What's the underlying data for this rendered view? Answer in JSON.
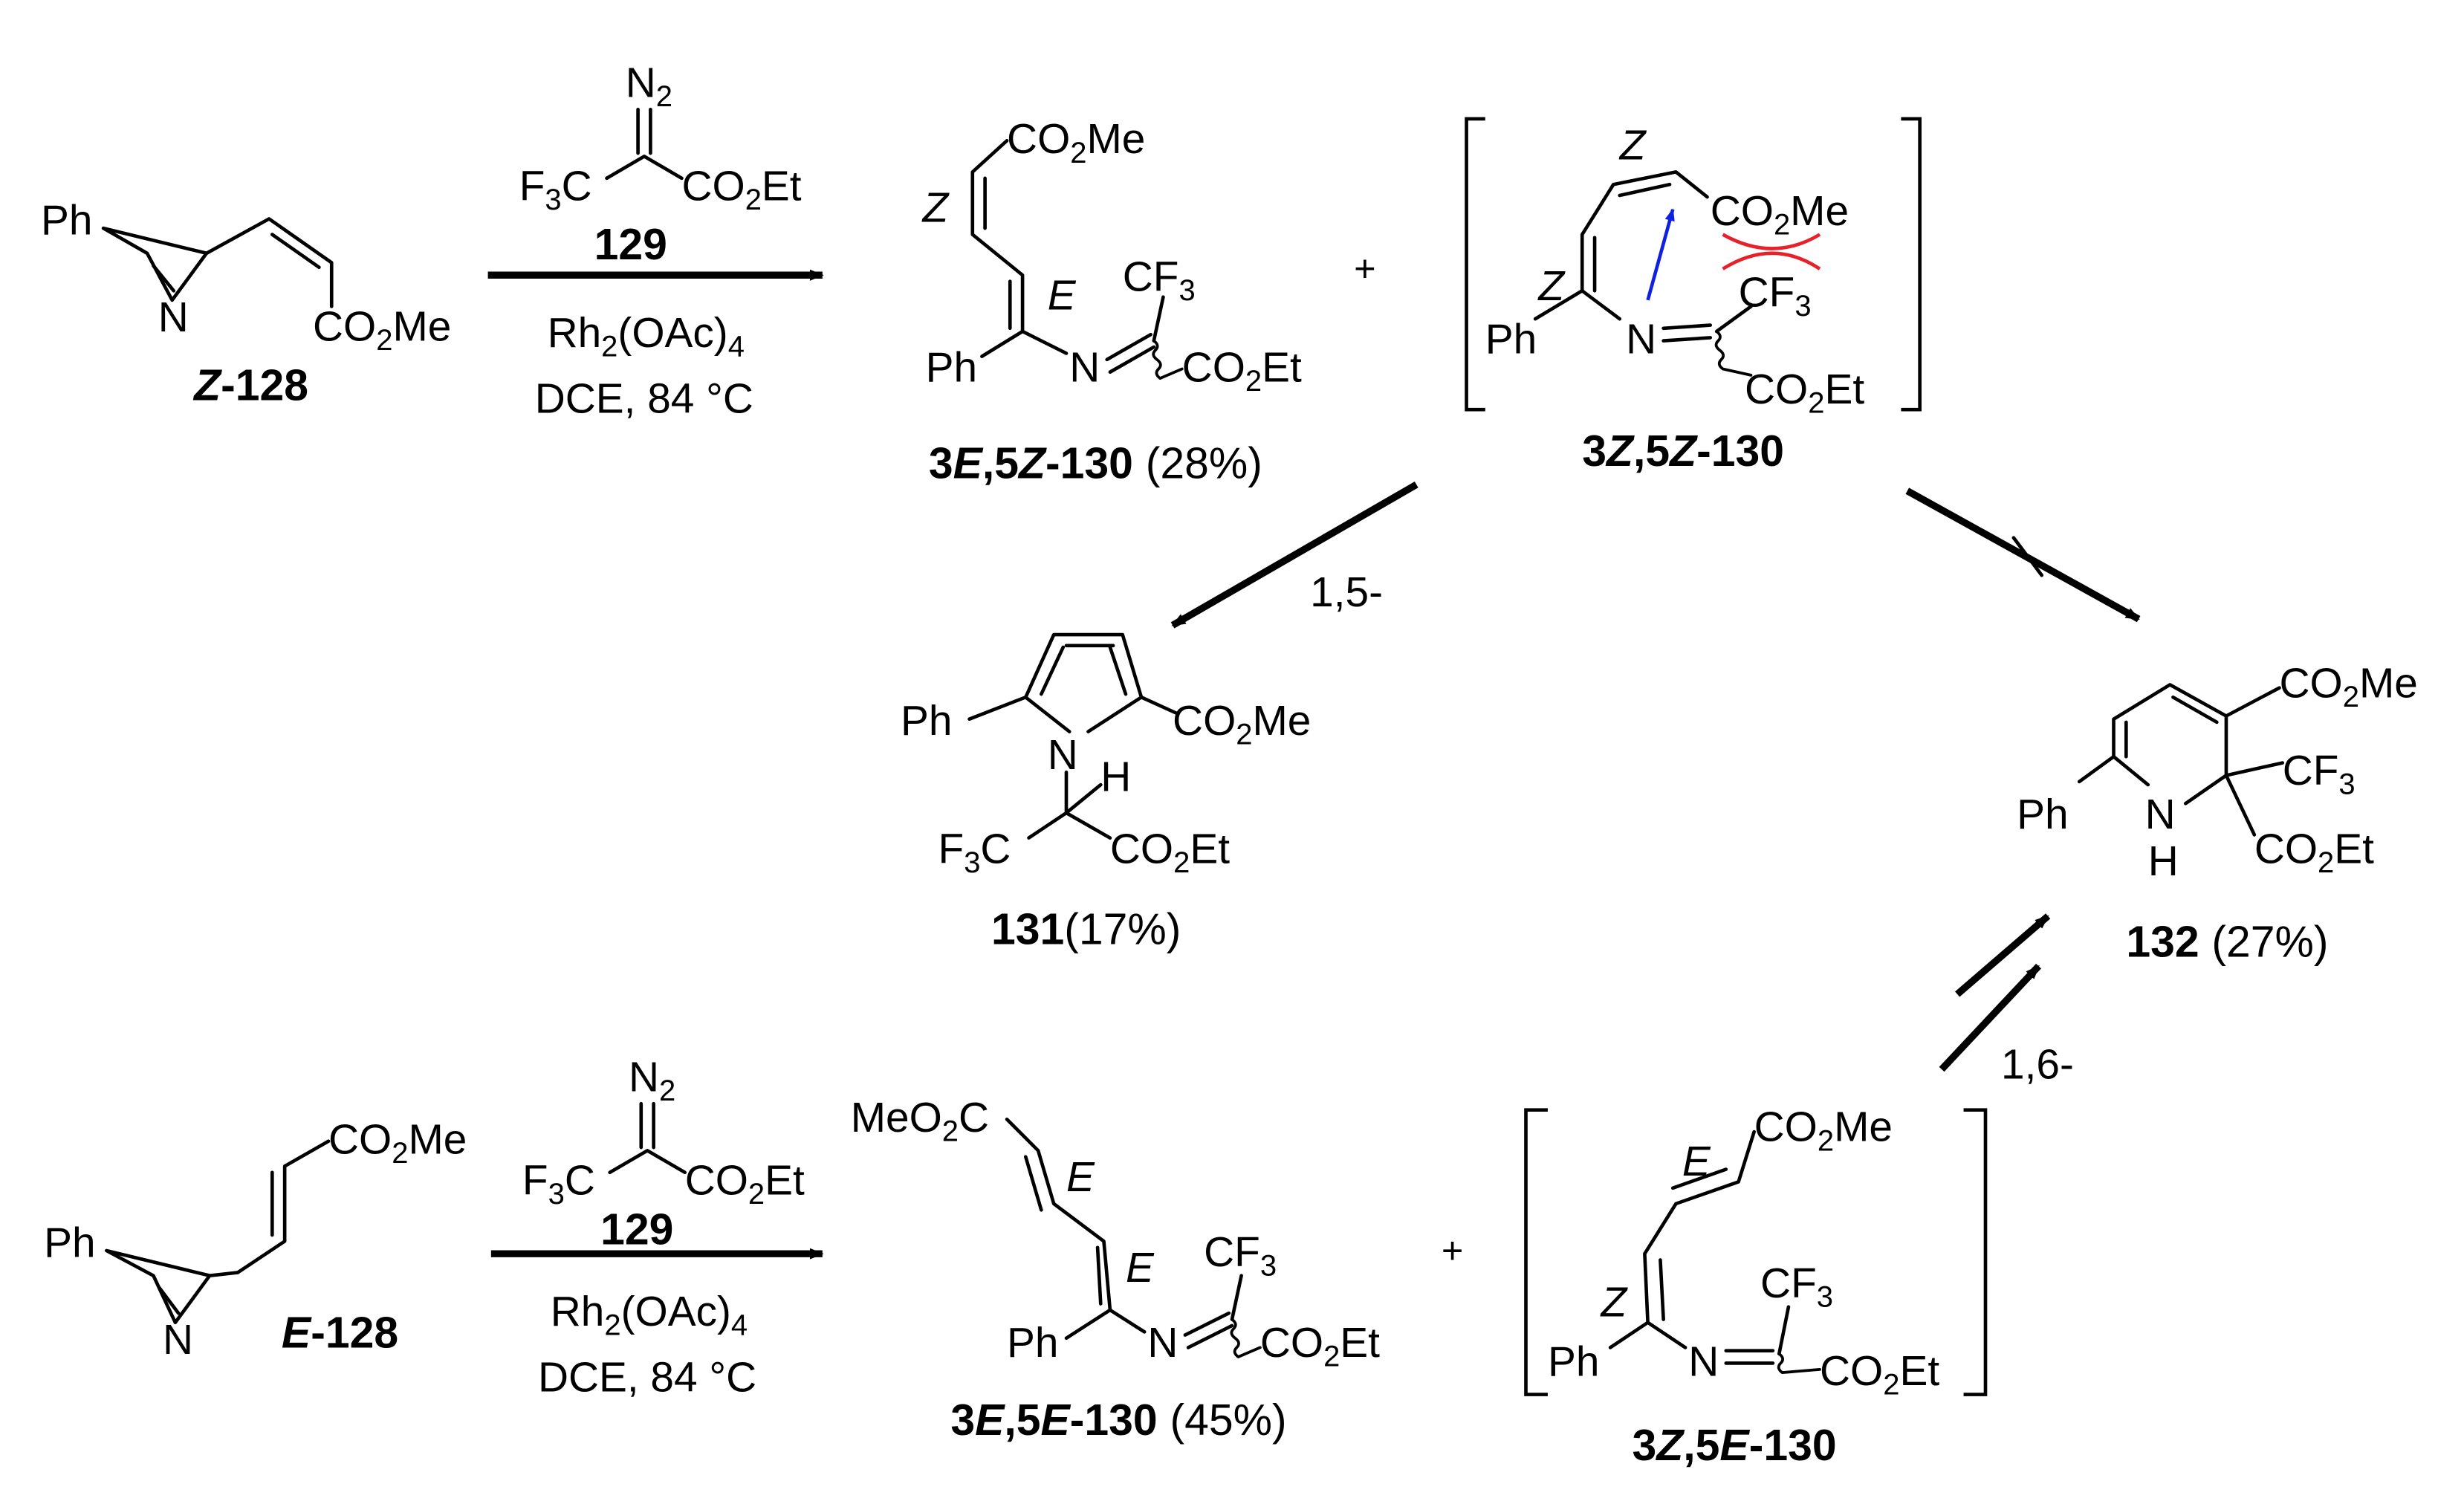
{
  "groups": {
    "ph": "Ph",
    "n": "N",
    "h": "H",
    "nh_h": "H",
    "co2me": "CO",
    "me": "Me",
    "meo2c_a": "MeO",
    "meo2c_b": "C",
    "co2et": "CO",
    "et": "Et",
    "cf3": "CF",
    "f3c_f": "F",
    "f3c_c": "C",
    "n2": "N",
    "sub2": "2",
    "sub3": "3",
    "sub4": "4",
    "rh": "Rh",
    "oac": "(OAc)",
    "solvent": "DCE, 84 °C"
  },
  "stereo": {
    "z": "Z",
    "e": "E"
  },
  "labels": {
    "z128_prefix": "Z",
    "z128_num": "-128",
    "e128_prefix": "E",
    "e128_num": "-128",
    "reagent": "129",
    "p130_3e5z_a": "3",
    "p130_3e5z_b": "E",
    "p130_3e5z_c": ",5",
    "p130_3e5z_d": "Z",
    "p130_3e5z_e": "-130",
    "p130_3e5z_yield": "(28%)",
    "p130_3z5z_a": "3",
    "p130_3z5z_b": "Z",
    "p130_3z5z_c": ",5",
    "p130_3z5z_d": "Z",
    "p130_3z5z_e": "-130",
    "p130_3e5e_a": "3",
    "p130_3e5e_b": "E",
    "p130_3e5e_c": ",5",
    "p130_3e5e_d": "E",
    "p130_3e5e_e": "-130",
    "p130_3e5e_yield": "(45%)",
    "p130_3z5e_a": "3",
    "p130_3z5e_b": "Z",
    "p130_3z5e_c": ",5",
    "p130_3z5e_d": "E",
    "p130_3z5e_e": "-130",
    "p131_num": "131",
    "p131_yield": "(17%)",
    "p132_num": "132",
    "p132_yield": "(27%)"
  },
  "pathways": {
    "one_five": "1,5-",
    "one_six": "1,6-"
  },
  "operators": {
    "plus": "+"
  },
  "colors": {
    "steric_clash": "#e8202a",
    "approach_arrow": "#1020e0"
  }
}
